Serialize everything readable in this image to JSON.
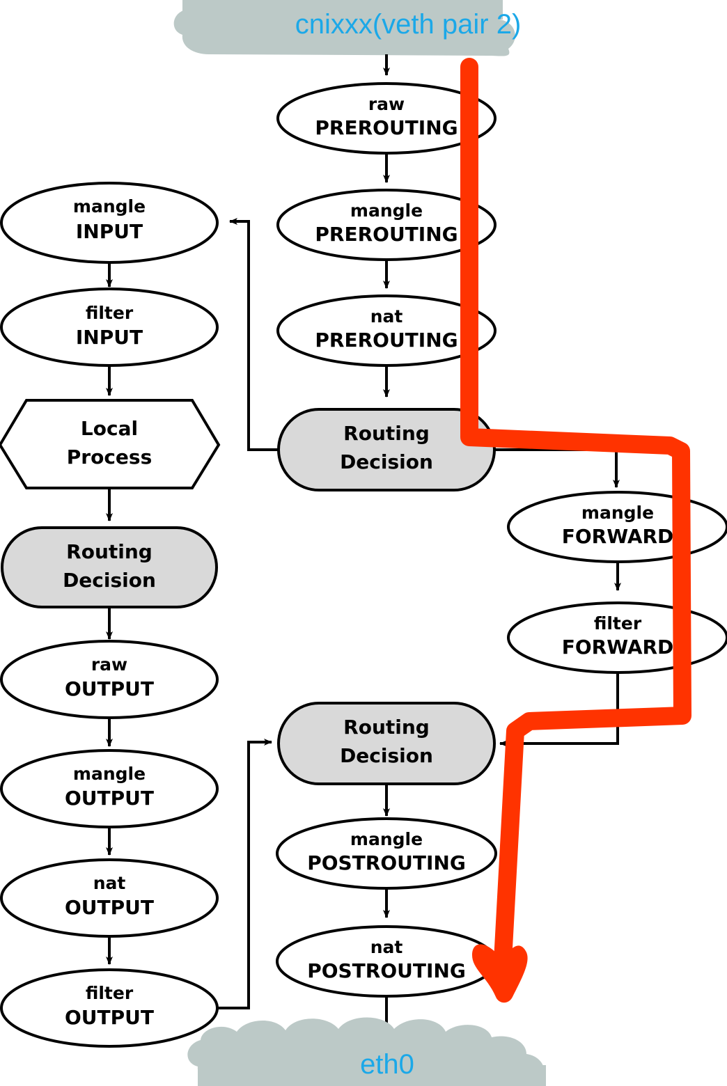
{
  "diagram": {
    "title": "netfilter packet flow (container veth to eth0)",
    "colors": {
      "cloud_fill": "#bcc9c7",
      "cloud_label": "#1ba8e8",
      "node_fill": "#ffffff",
      "decision_fill": "#d9d9d9",
      "stroke": "#000000",
      "annotation_red": "#ff3300"
    }
  },
  "clouds": [
    {
      "name": "ingress-cloud",
      "label": "cnixxx(veth pair 2)",
      "position": "top"
    },
    {
      "name": "egress-cloud",
      "label": "eth0",
      "position": "bottom"
    }
  ],
  "nodes": {
    "prerouting": [
      {
        "id": "raw-prerouting",
        "table": "raw",
        "chain": "PREROUTING",
        "shape": "ellipse"
      },
      {
        "id": "mangle-prerouting",
        "table": "mangle",
        "chain": "PREROUTING",
        "shape": "ellipse"
      },
      {
        "id": "nat-prerouting",
        "table": "nat",
        "chain": "PREROUTING",
        "shape": "ellipse"
      }
    ],
    "input": [
      {
        "id": "mangle-input",
        "table": "mangle",
        "chain": "INPUT",
        "shape": "ellipse"
      },
      {
        "id": "filter-input",
        "table": "filter",
        "chain": "INPUT",
        "shape": "ellipse"
      }
    ],
    "local": {
      "id": "local-process",
      "line1": "Local",
      "line2": "Process",
      "shape": "hexagon"
    },
    "output": [
      {
        "id": "raw-output",
        "table": "raw",
        "chain": "OUTPUT",
        "shape": "ellipse"
      },
      {
        "id": "mangle-output",
        "table": "mangle",
        "chain": "OUTPUT",
        "shape": "ellipse"
      },
      {
        "id": "nat-output",
        "table": "nat",
        "chain": "OUTPUT",
        "shape": "ellipse"
      },
      {
        "id": "filter-output",
        "table": "filter",
        "chain": "OUTPUT",
        "shape": "ellipse"
      }
    ],
    "forward": [
      {
        "id": "mangle-forward",
        "table": "mangle",
        "chain": "FORWARD",
        "shape": "ellipse"
      },
      {
        "id": "filter-forward",
        "table": "filter",
        "chain": "FORWARD",
        "shape": "ellipse"
      }
    ],
    "postrouting": [
      {
        "id": "mangle-postrouting",
        "table": "mangle",
        "chain": "POSTROUTING",
        "shape": "ellipse"
      },
      {
        "id": "nat-postrouting",
        "table": "nat",
        "chain": "POSTROUTING",
        "shape": "ellipse"
      }
    ],
    "decisions": [
      {
        "id": "routing-decision-prerouting",
        "line1": "Routing",
        "line2": "Decision",
        "shape": "stadium"
      },
      {
        "id": "routing-decision-output",
        "line1": "Routing",
        "line2": "Decision",
        "shape": "stadium"
      },
      {
        "id": "routing-decision-postrouting",
        "line1": "Routing",
        "line2": "Decision",
        "shape": "stadium"
      }
    ]
  },
  "annotation": {
    "name": "red-highlight-path",
    "description": "forward path from ingress through routing decisions to nat POSTROUTING / eth0",
    "color": "#ff3300"
  }
}
